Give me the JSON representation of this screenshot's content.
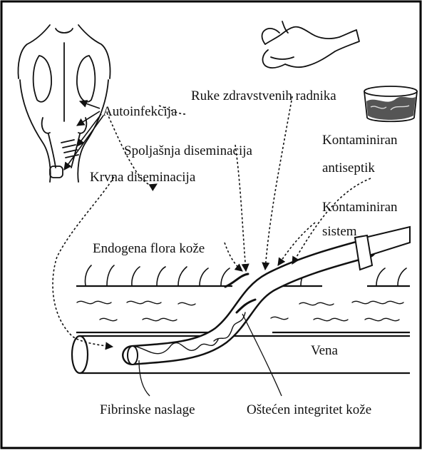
{
  "labels": {
    "autoinfekcija": "Autoinfekcija",
    "ruke": "Ruke zdravstvenih radnika",
    "spoljasnja": "Spoljašnja diseminacija",
    "krvna": "Krvna diseminacija",
    "kontaminiran_antiseptik_1": "Kontaminiran",
    "kontaminiran_antiseptik_2": "antiseptik",
    "kontaminiran_sistem_1": "Kontaminiran",
    "kontaminiran_sistem_2": "sistem",
    "endogena": "Endogena flora kože",
    "vena": "Vena",
    "fibrinske": "Fibrinske naslage",
    "ostecen": "Oštećen integritet kože"
  },
  "icons": [
    "torso-icon",
    "hand-icon",
    "antiseptic-jar-icon"
  ],
  "colors": {
    "ink": "#111111",
    "frame": "#000000",
    "background": "#ffffff"
  }
}
